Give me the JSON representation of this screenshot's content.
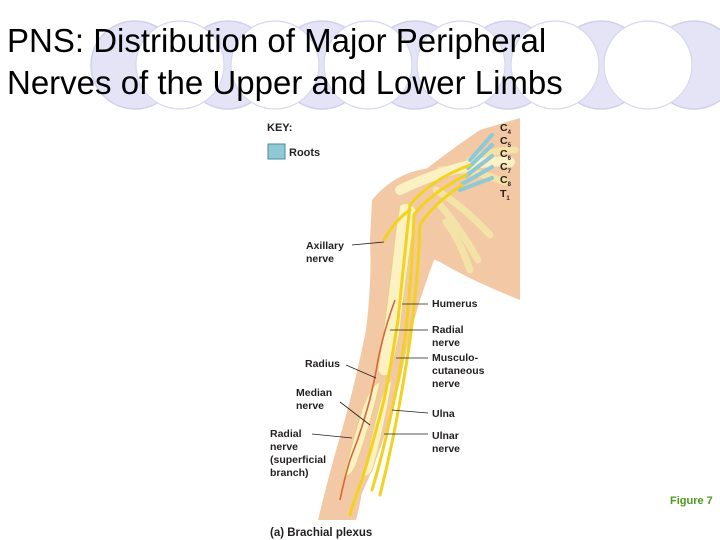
{
  "title": {
    "line1": "PNS: Distribution of Major Peripheral",
    "line2": "Nerves of the Upper and Lower Limbs"
  },
  "figure": {
    "key_heading": "KEY:",
    "key_item": "Roots",
    "roots": [
      {
        "main": "C",
        "sub": "4"
      },
      {
        "main": "C",
        "sub": "5"
      },
      {
        "main": "C",
        "sub": "6"
      },
      {
        "main": "C",
        "sub": "7"
      },
      {
        "main": "C",
        "sub": "8"
      },
      {
        "main": "T",
        "sub": "1"
      }
    ],
    "left_labels": {
      "axillary_1": "Axillary",
      "axillary_2": "nerve",
      "radius": "Radius",
      "median_1": "Median",
      "median_2": "nerve",
      "radial_sup_1": "Radial",
      "radial_sup_2": "nerve",
      "radial_sup_3": "(superficial",
      "radial_sup_4": "branch)"
    },
    "right_labels": {
      "humerus": "Humerus",
      "radial_1": "Radial",
      "radial_2": "nerve",
      "musculo_1": "Musculo-",
      "musculo_2": "cutaneous",
      "musculo_3": "nerve",
      "ulna": "Ulna",
      "ulnar_1": "Ulnar",
      "ulnar_2": "nerve"
    },
    "caption": "(a) Brachial plexus"
  },
  "figure_ref": "Figure 7",
  "colors": {
    "decor_circle_fill": "#e4e4f6",
    "decor_circle_stroke": "#c9c9ea",
    "skin": "#f3c9a5",
    "bone": "#fbf1c2",
    "nerve": "#f2d21e",
    "root": "#8fc9d6",
    "figure_ref": "#4e9a1c"
  }
}
